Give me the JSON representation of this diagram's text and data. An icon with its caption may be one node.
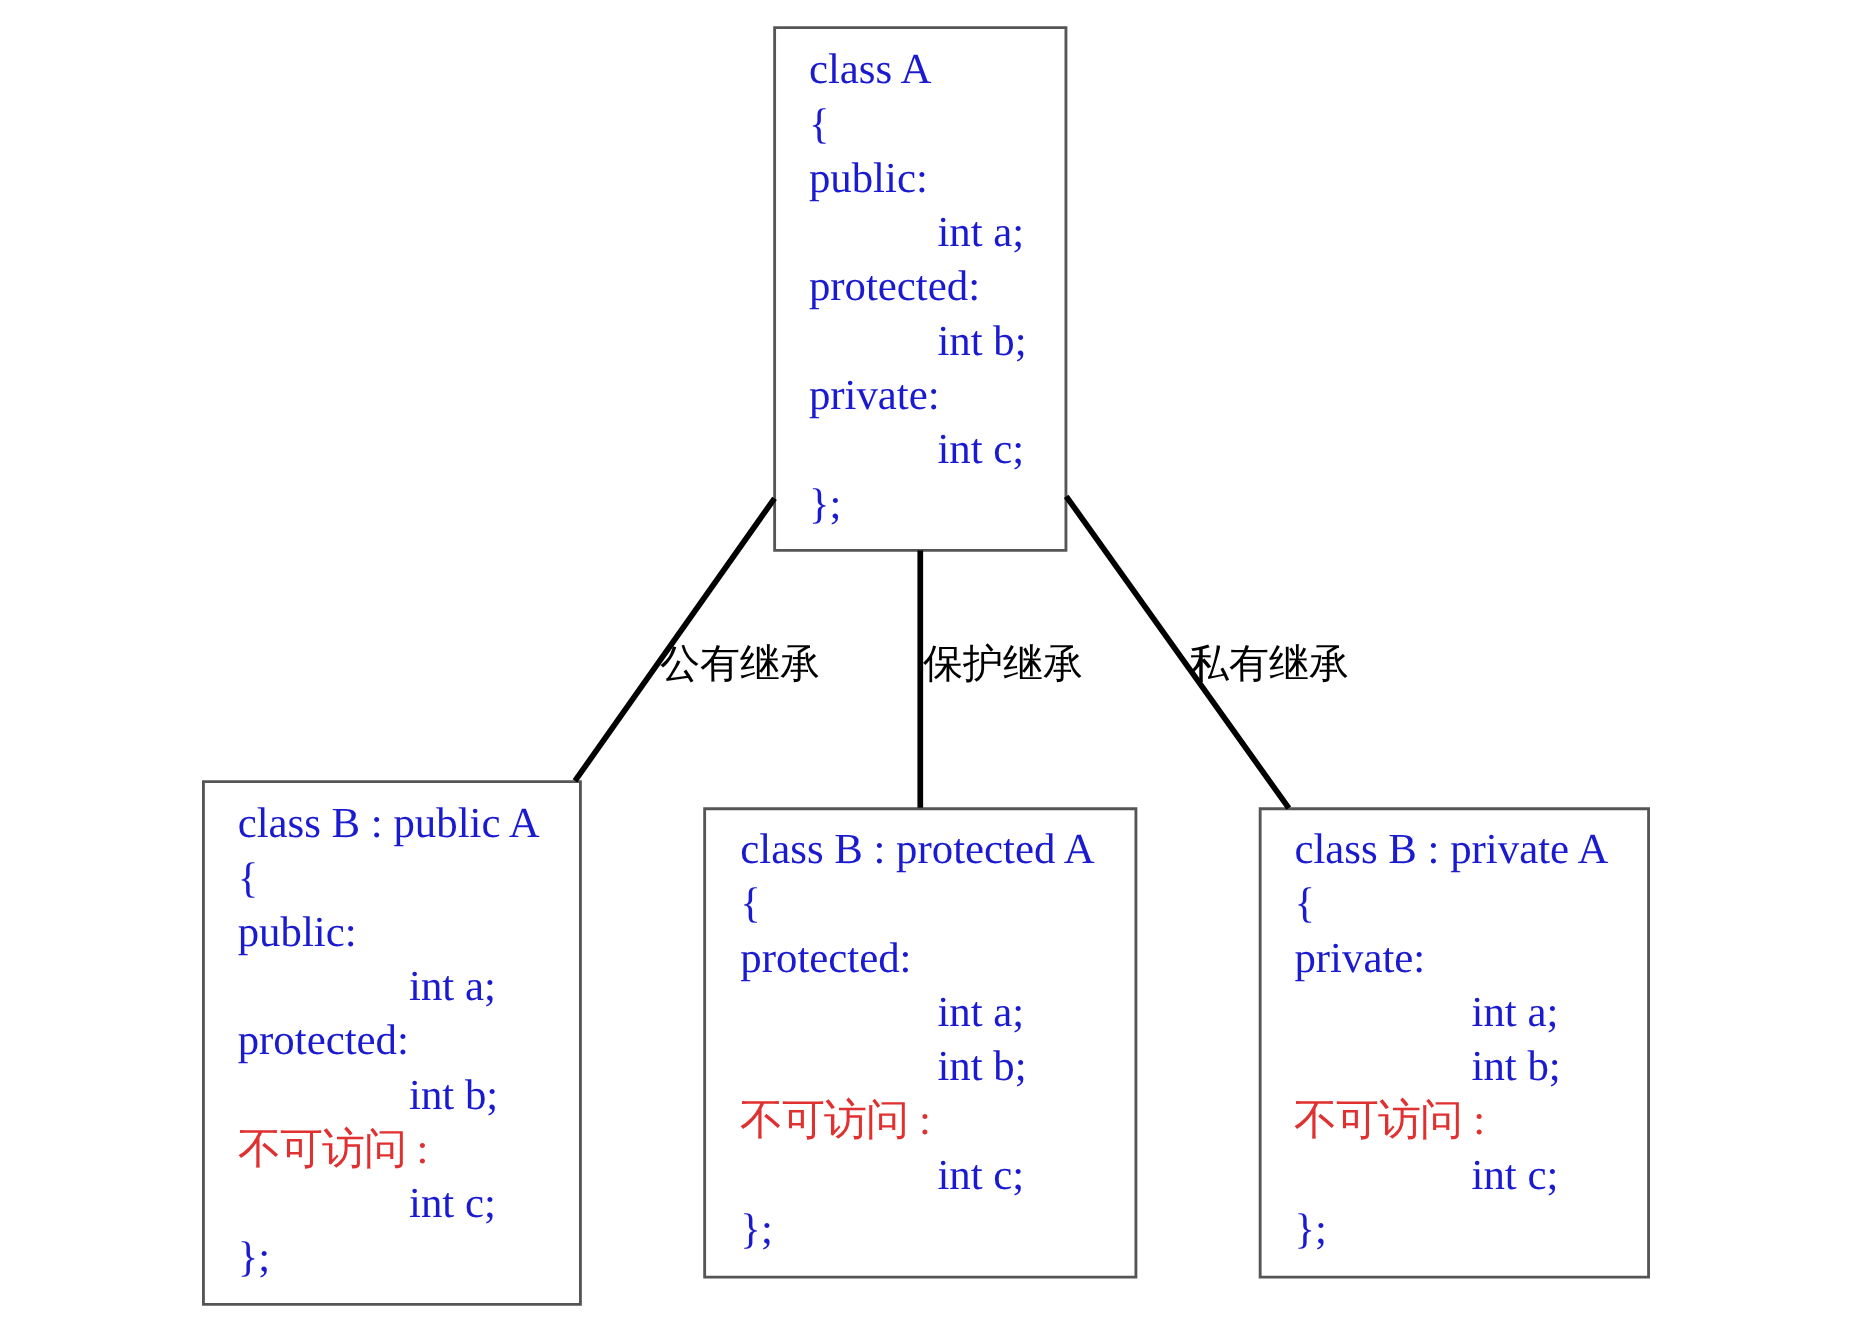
{
  "diagram": {
    "nodes": [
      {
        "text": [
          "class A",
          "{",
          "public:",
          "int a;",
          "protected:",
          "int b;",
          "private:",
          "int c;",
          "};"
        ]
      },
      {
        "text": [
          "class B : public A",
          "{",
          "public:",
          "int a;",
          "protected:",
          "int b;",
          "不可访问 :",
          "int c;",
          "};"
        ]
      },
      {
        "text": [
          "class B : protected A",
          "{",
          "protected:",
          "int a;",
          "int b;",
          "不可访问 :",
          "int c;",
          "};"
        ]
      },
      {
        "text": [
          "class B : private A",
          "{",
          "private:",
          "int a;",
          "int b;",
          "不可访问 :",
          "int c;",
          "};"
        ]
      }
    ],
    "edges": [
      {
        "from": 0,
        "to": 1,
        "arrow": "none",
        "label": "公有继承"
      },
      {
        "from": 0,
        "to": 2,
        "arrow": "none",
        "label": "保护继承"
      },
      {
        "from": 0,
        "to": 3,
        "arrow": "none",
        "label": "私有继承"
      }
    ]
  }
}
